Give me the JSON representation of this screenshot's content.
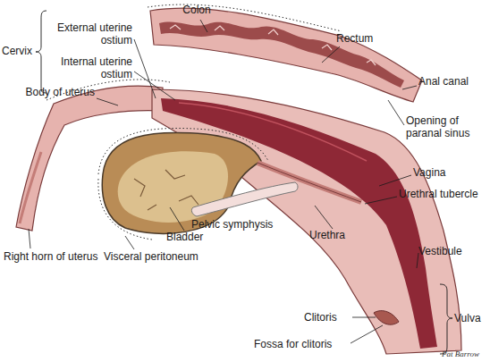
{
  "diagram": {
    "labels": [
      "Colon",
      "Cervix",
      "External uterine ostium",
      "Internal uterine ostium",
      "Rectum",
      "Body of uterus",
      "Anal canal",
      "Opening of paranal sinus",
      "Vagina",
      "Urethral tubercle",
      "Pelvic symphysis",
      "Bladder",
      "Right horn of uterus",
      "Visceral peritoneum",
      "Urethra",
      "Vestibule",
      "Clitoris",
      "Vulva",
      "Fossa for clitoris",
      "Pat Barrow"
    ]
  }
}
